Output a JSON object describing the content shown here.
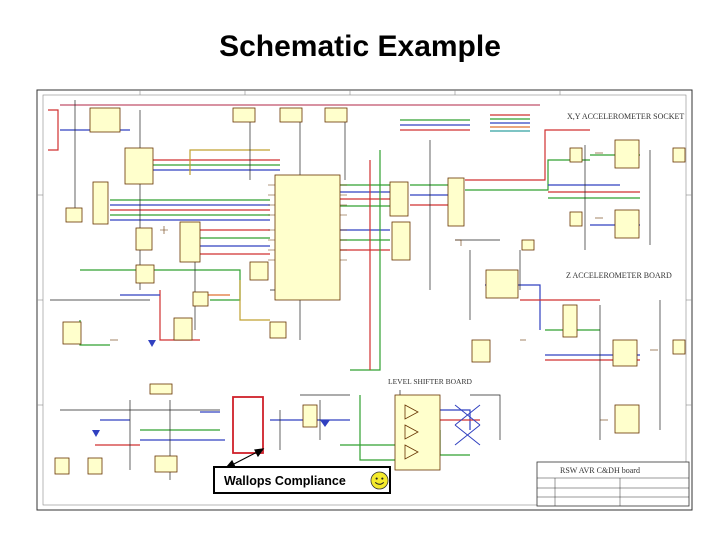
{
  "slide": {
    "title": "Schematic Example"
  },
  "schematic": {
    "section_xy_socket": "X,Y ACCELEROMETER SOCKET",
    "section_z_board": "Z ACCELEROMETER BOARD",
    "section_level_shifter": "LEVEL SHIFTER BOARD",
    "title_block_title": "RSW AVR C&DH board",
    "highlight_color": "#d0202a"
  },
  "callout": {
    "label": "Wallops Compliance",
    "icon": "smiley-face-icon",
    "icon_color": "#f4ea2c"
  }
}
